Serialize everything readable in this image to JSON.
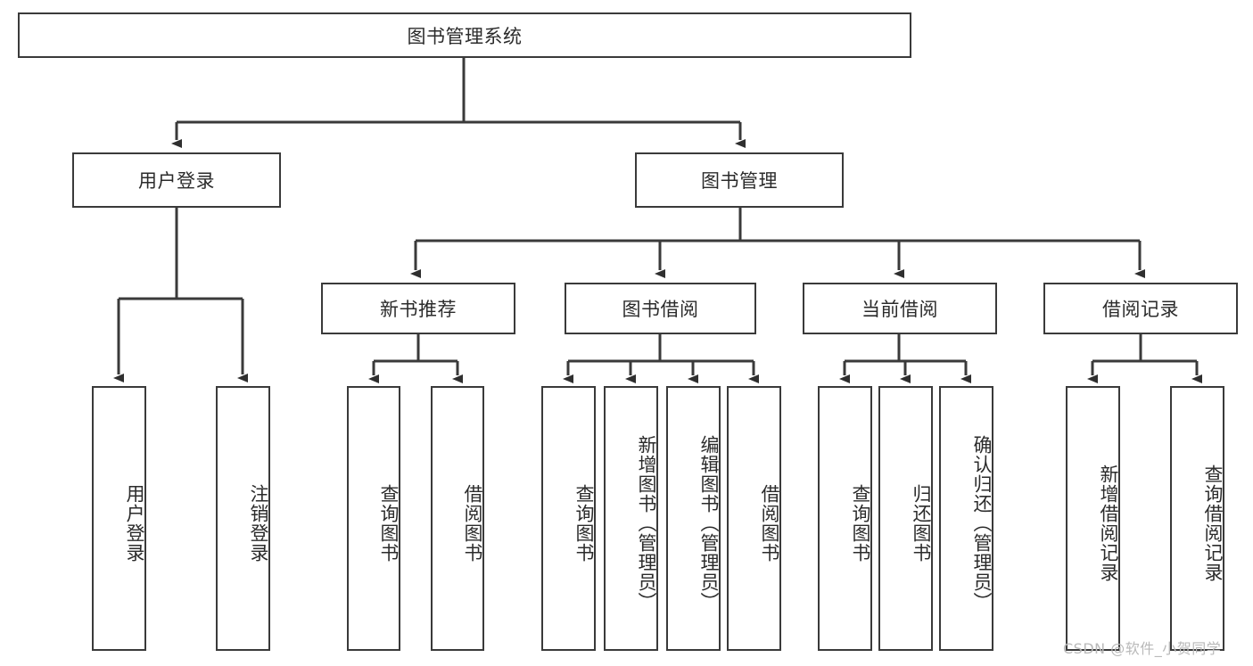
{
  "diagram": {
    "title": "图书管理系统",
    "type": "tree-hierarchy-flowchart",
    "root": {
      "label": "图书管理系统"
    },
    "level2": [
      {
        "label": "用户登录"
      },
      {
        "label": "图书管理"
      }
    ],
    "level3": [
      {
        "label": "新书推荐"
      },
      {
        "label": "图书借阅"
      },
      {
        "label": "当前借阅"
      },
      {
        "label": "借阅记录"
      }
    ],
    "leaves": {
      "user_login": [
        {
          "label": "用户登录"
        },
        {
          "label": "注销登录"
        }
      ],
      "new_book_recommend": [
        {
          "label": "查询图书"
        },
        {
          "label": "借阅图书"
        }
      ],
      "book_borrow": [
        {
          "label": "查询图书"
        },
        {
          "label": "新增图书（管理员）"
        },
        {
          "label": "编辑图书（管理员）"
        },
        {
          "label": "借阅图书"
        }
      ],
      "current_borrow": [
        {
          "label": "查询图书"
        },
        {
          "label": "归还图书"
        },
        {
          "label": "确认归还（管理员）"
        }
      ],
      "borrow_record": [
        {
          "label": "新增借阅记录"
        },
        {
          "label": "查询借阅记录"
        }
      ]
    }
  },
  "watermark": {
    "text": "CSDN @软件_小贺同学"
  },
  "colors": {
    "stroke": "#3a3a3a",
    "background": "#ffffff",
    "text": "#2b2b2b",
    "watermark": "#b9b9b9"
  }
}
